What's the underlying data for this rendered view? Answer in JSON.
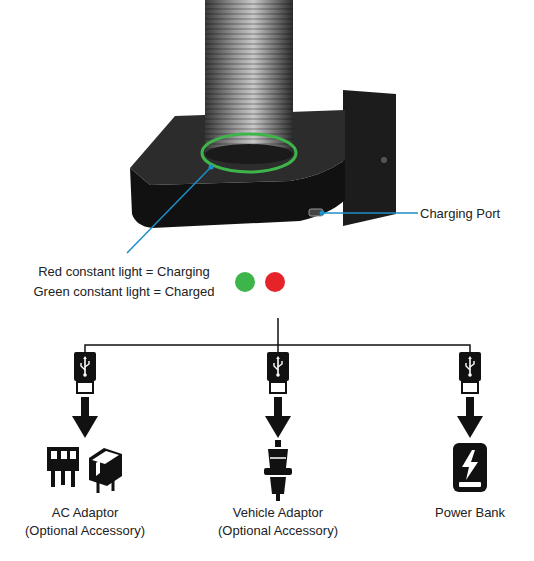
{
  "diagram": {
    "labels": [
      "Charging Port",
      "AC Adaptor (Optional Accessory)",
      "Vehicle Adaptor (Optional Accessory)",
      "Power Bank"
    ],
    "legend": [
      {
        "text": "Red constant light = Charging",
        "color": "#e52329"
      },
      {
        "text": "Green constant light = Charged",
        "color": "#3db54a"
      }
    ]
  }
}
